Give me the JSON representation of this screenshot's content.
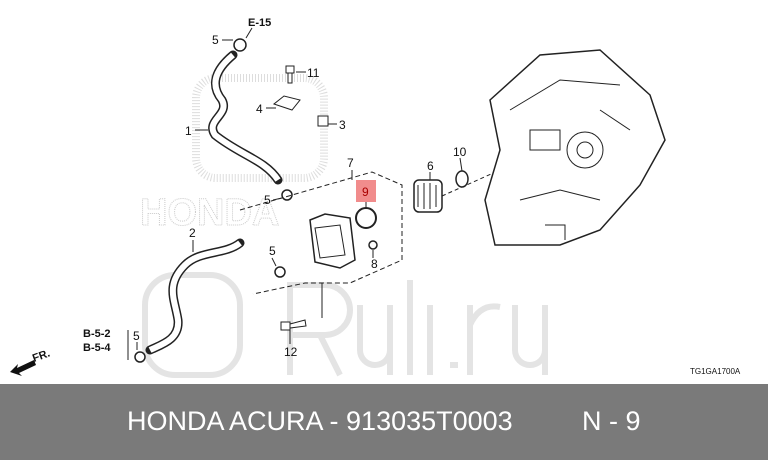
{
  "diagram": {
    "refs": {
      "e15": "E-15",
      "b52": "B-5-2",
      "b54": "B-5-4",
      "fr": "FR."
    },
    "callouts": {
      "c1": "1",
      "c2": "2",
      "c3": "3",
      "c4": "4",
      "c5a": "5",
      "c5b": "5",
      "c5c": "5",
      "c5d": "5",
      "c6": "6",
      "c7": "7",
      "c8": "8",
      "c9": "9",
      "c10": "10",
      "c11": "11",
      "c12": "12"
    },
    "highlight_color": "#f08080",
    "drawing_code": "TG1GA1700A",
    "watermark": "Ruli.ru"
  },
  "footer": {
    "part": "HONDA ACURA - 913035T0003",
    "position": "N - 9",
    "background": "#7a7a7a"
  }
}
